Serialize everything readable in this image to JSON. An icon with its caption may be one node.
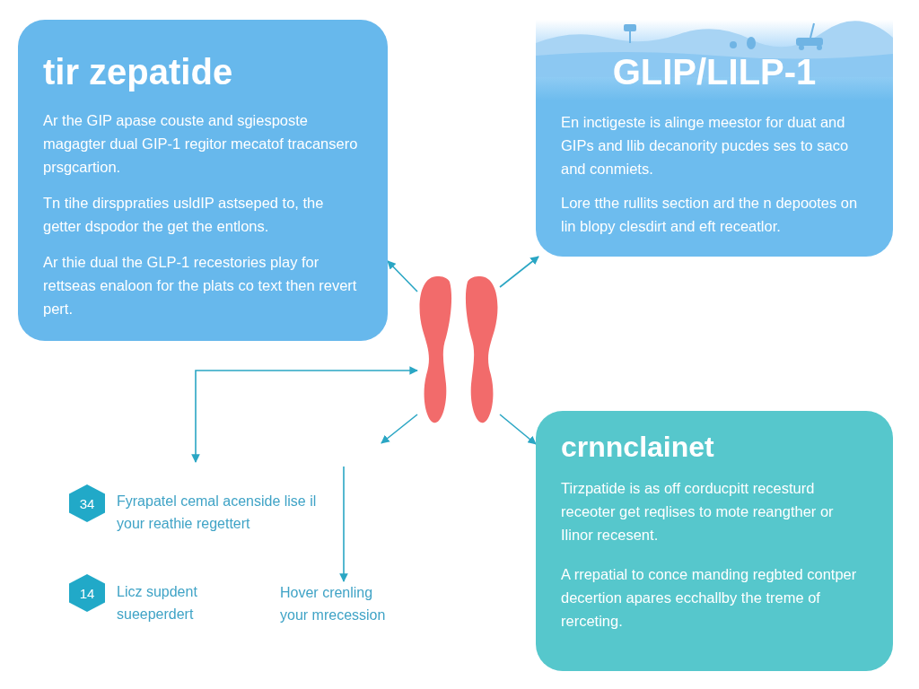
{
  "diagram": {
    "nodes": [
      {
        "text": [
          "tir zepatide",
          "Ar the GIP apase couste and sgiesposte magagter dual GIP-1 regitor mecatof tracansero prsgcartion.",
          "Tn tihe dirsppraties usldIP astseped to, the getter dspodor the get the entlons.",
          "Ar thie dual the GLP-1 recestories play for rettseas enaloon for the plats co text then revert pert."
        ]
      },
      {
        "text": [
          "GLIP/LILP-1",
          "En inctigeste is alinge meestor for duat and GIPs and llib decanority pucdes ses to saco and conmiets.",
          "Lore tthe rullits section ard the n depootes on lin blopy clesdirt and eft receatlor."
        ]
      },
      {
        "text": [],
        "shape": "picture"
      },
      {
        "text": [
          "crnnclainet",
          "Tirzpatide is as off corducpitt recesturd receoter get reqlises to mote reangther or Ilinor recesent.",
          "A rrepatial to conce manding regbted contper decertion apares ecchallby the treme of rerceting."
        ]
      },
      {
        "text": [
          "34"
        ],
        "beside": [
          "Fyrapatel cemal acenside lise il your reathie regettert"
        ]
      },
      {
        "text": [
          "14"
        ],
        "beside": [
          "Licz supdent sueeperdert"
        ]
      },
      {
        "text": [
          "Hover crenling your mrecession"
        ]
      }
    ],
    "edges": [
      {
        "from": 2,
        "to": 0,
        "arrow": "to"
      },
      {
        "from": 2,
        "to": 1,
        "arrow": "to"
      },
      {
        "from": 2,
        "to": 3,
        "arrow": "to"
      },
      {
        "from": 2,
        "to": null,
        "arrow": "to"
      },
      {
        "from": 2,
        "to": null,
        "arrow": "both"
      },
      {
        "from": null,
        "to": 6,
        "arrow": "to"
      }
    ]
  }
}
